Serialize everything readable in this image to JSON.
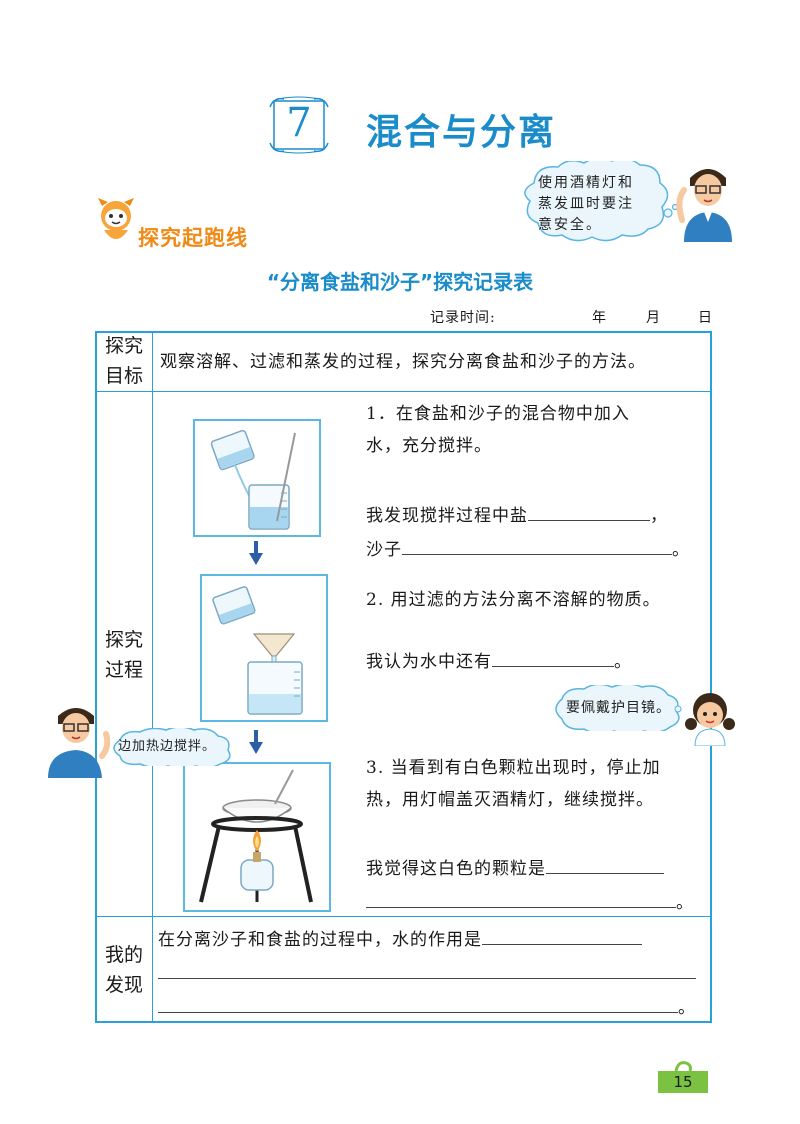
{
  "header": {
    "lesson_number": "7",
    "title": "混合与分离"
  },
  "section": {
    "label": "探究起跑线"
  },
  "speech": {
    "teacher_top": "使用酒精灯和蒸发皿时要注意安全。",
    "teacher_top_lines": [
      "使用酒精灯和",
      "蒸发皿时要注",
      "意安全。"
    ],
    "girl": "要佩戴护目镜。",
    "teacher_left": "边加热边搅拌。"
  },
  "table": {
    "title": "“分离食盐和沙子”探究记录表",
    "record_time_label": "记录时间:",
    "year": "年",
    "month": "月",
    "day": "日",
    "rows": {
      "goal": {
        "header_lines": [
          "探究",
          "目标"
        ],
        "content": "观察溶解、过滤和蒸发的过程，探究分离食盐和沙子的方法。"
      },
      "process": {
        "header_lines": [
          "探究",
          "过程"
        ],
        "step1_line1": "1．在食盐和沙子的混合物中加入",
        "step1_line2": "水，充分搅拌。",
        "step1_find_prefix": "我发现搅拌过程中盐",
        "step1_find_comma": "，",
        "step1_sand_prefix": "沙子",
        "step1_end": "。",
        "step2_line1": "2. 用过滤的方法分离不溶解的物质。",
        "step2_think_prefix": "我认为水中还有",
        "step2_end": "。",
        "step3_line1": "3. 当看到有白色颗粒出现时，停止加",
        "step3_line2": "热，用灯帽盖灭酒精灯，继续搅拌。",
        "step3_feel_prefix": "我觉得这白色的颗粒是",
        "step3_end": "。"
      },
      "finding": {
        "header_lines": [
          "我的",
          "发现"
        ],
        "content_prefix": "在分离沙子和食盐的过程中，水的作用是",
        "end": "。"
      }
    }
  },
  "page_number": "15",
  "colors": {
    "accent_blue": "#1a8cc9",
    "table_border": "#2aa0d8",
    "orange": "#f08a16",
    "page_tag_green": "#7cc242"
  }
}
